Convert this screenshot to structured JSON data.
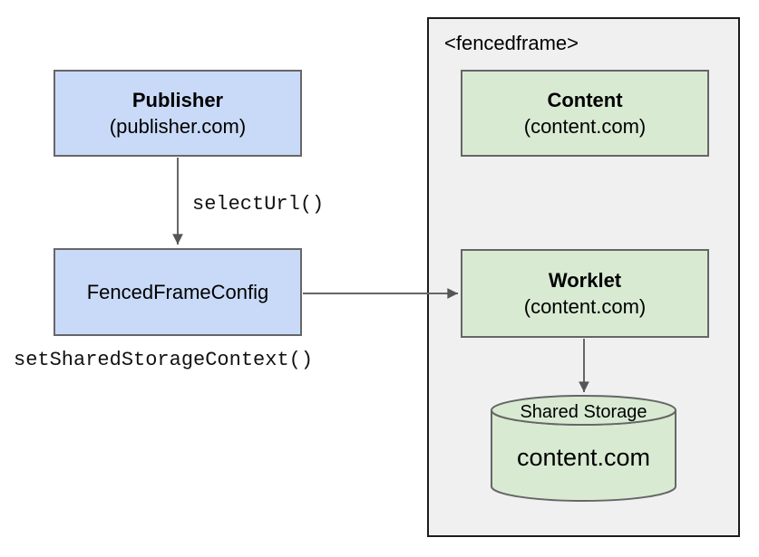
{
  "diagram": {
    "publisher_box": {
      "title": "Publisher",
      "subtitle": "(publisher.com)"
    },
    "config_box": {
      "title": "FencedFrameConfig"
    },
    "select_url_label": "selectUrl()",
    "set_shared_storage_context_label": "setSharedStorageContext()",
    "fencedframe": {
      "tag_label": "<fencedframe>",
      "content_box": {
        "title": "Content",
        "subtitle": "(content.com)"
      },
      "worklet_box": {
        "title": "Worklet",
        "subtitle": "(content.com)"
      },
      "shared_storage_cylinder": {
        "label": "Shared Storage",
        "origin": "content.com"
      }
    },
    "colors": {
      "blue_fill": "#c9daf8",
      "green_fill": "#d9ead3",
      "frame_fill": "#f0f0f0",
      "box_border": "#666666",
      "frame_border": "#1c1c1c",
      "arrow": "#666666"
    }
  }
}
